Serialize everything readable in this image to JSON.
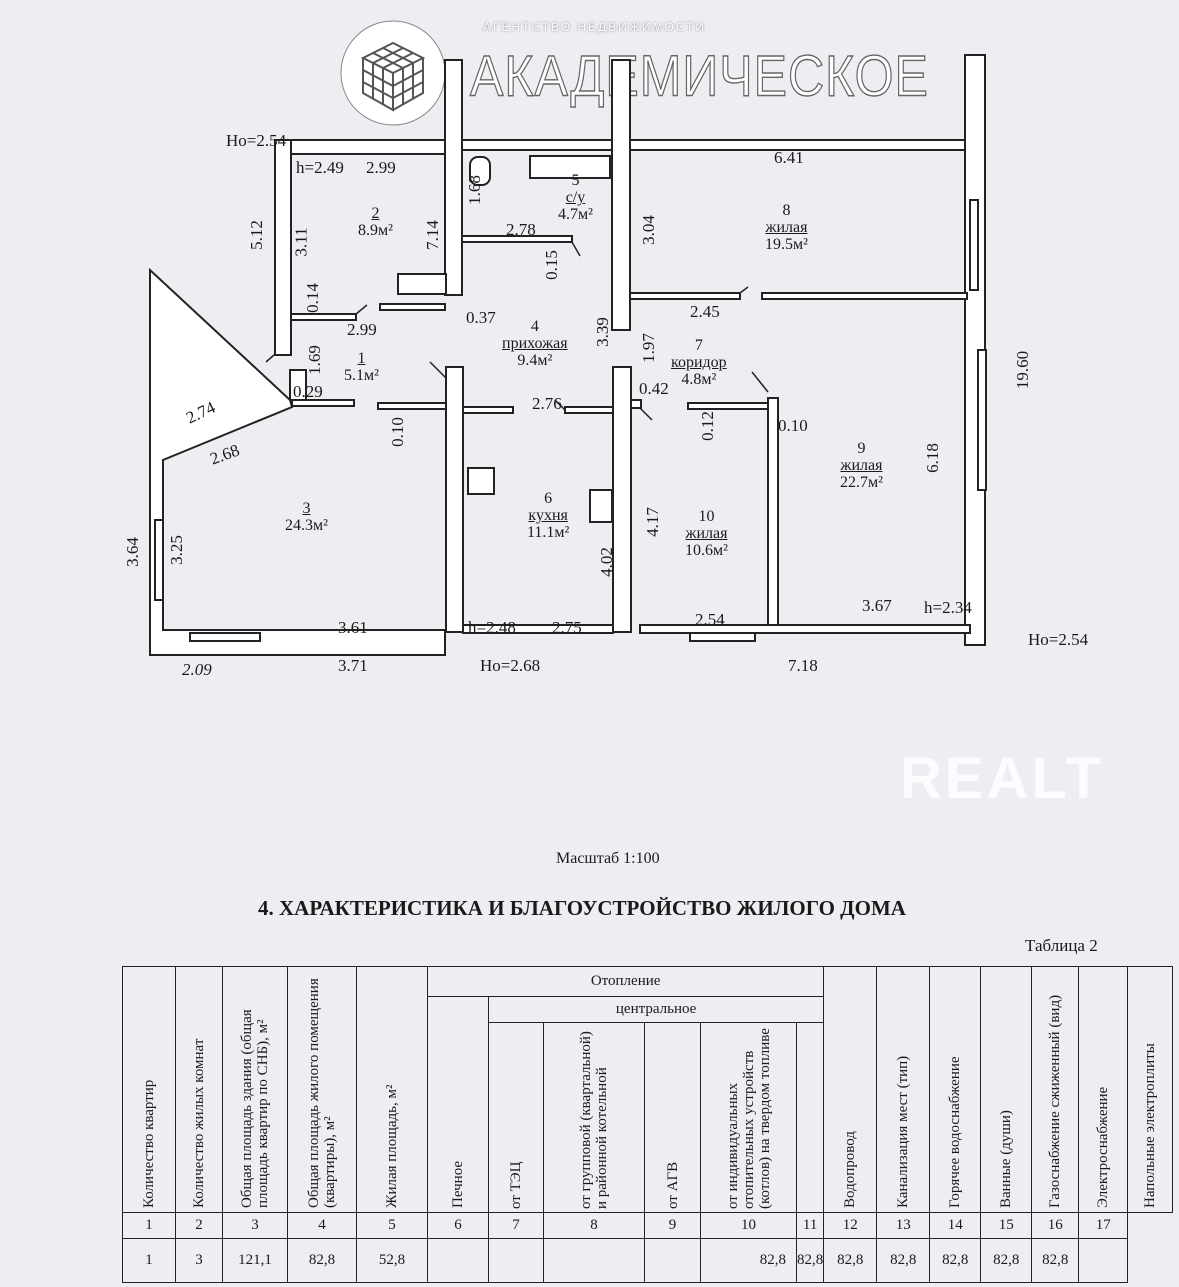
{
  "logo": {
    "subtitle": "АГЕНТСТВО НЕДВИЖИМОСТИ",
    "name": "АКАДЕМИЧЕСКОЕ"
  },
  "rooms": [
    {
      "num": "1",
      "name": "",
      "area": "5.1м²"
    },
    {
      "num": "2",
      "name": "",
      "area": "8.9м²"
    },
    {
      "num": "3",
      "name": "",
      "area": "24.3м²"
    },
    {
      "num": "4",
      "name": "прихожая",
      "area": "9.4м²"
    },
    {
      "num": "5",
      "name": "с/у",
      "area": "4.7м²"
    },
    {
      "num": "6",
      "name": "кухня",
      "area": "11.1м²"
    },
    {
      "num": "7",
      "name": "коридор",
      "area": "4.8м²"
    },
    {
      "num": "8",
      "name": "жилая",
      "area": "19.5м²"
    },
    {
      "num": "9",
      "name": "жилая",
      "area": "22.7м²"
    },
    {
      "num": "10",
      "name": "жилая",
      "area": "10.6м²"
    }
  ],
  "dims": [
    "Но=2.54",
    "h=2.49",
    "2.99",
    "1.68",
    "6.41",
    "5.12",
    "3.11",
    "7.14",
    "2.78",
    "3.04",
    "0.15",
    "0.14",
    "2.99",
    "0.37",
    "3.39",
    "2.45",
    "1.97",
    "1.69",
    "0.29",
    "0.42",
    "2.74",
    "2.76",
    "0.10",
    "0.12",
    "0.10",
    "2.68",
    "19.60",
    "6.18",
    "4.17",
    "3.64",
    "3.25",
    "4.02",
    "3.61",
    "h=2.48",
    "2.75",
    "2.54",
    "3.67",
    "h=2.34",
    "Но=2.54",
    "2.09",
    "3.71",
    "Но=2.68",
    "7.18"
  ],
  "scale": "Масштаб 1:100",
  "section_title": "4. ХАРАКТЕРИСТИКА И БЛАГОУСТРОЙСТВО ЖИЛОГО ДОМА",
  "table_caption": "Таблица 2",
  "table": {
    "heating": "Отопление",
    "central": "центральное",
    "headers": [
      "Количество квартир",
      "Количество жилых комнат",
      "Общая площадь здания (общая площадь квартир по СНБ), м²",
      "Общая площадь жилого помещения (квартиры), м²",
      "Жилая площадь, м²",
      "Печное",
      "от ТЭЦ",
      "от групповой (квартальной) и районной котельной",
      "от АГВ",
      "от индивидуальных отопительных устройств (котлов) на твердом топливе",
      "Водопровод",
      "Канализация мест (тип)",
      "Горячее водоснабжение",
      "Ванные (души)",
      "Газоснабжение сжиженный (вид)",
      "Электроснабжение",
      "Напольные электроплиты"
    ],
    "numbers": [
      "1",
      "2",
      "3",
      "4",
      "5",
      "6",
      "7",
      "8",
      "9",
      "10",
      "11",
      "12",
      "13",
      "14",
      "15",
      "16",
      "17"
    ],
    "row": [
      "1",
      "3",
      "121,1",
      "82,8",
      "52,8",
      "",
      "",
      "",
      "",
      "82,8",
      "82,8",
      "82,8",
      "82,8",
      "82,8",
      "82,8",
      "82,8",
      ""
    ]
  },
  "watermark": "REALT"
}
